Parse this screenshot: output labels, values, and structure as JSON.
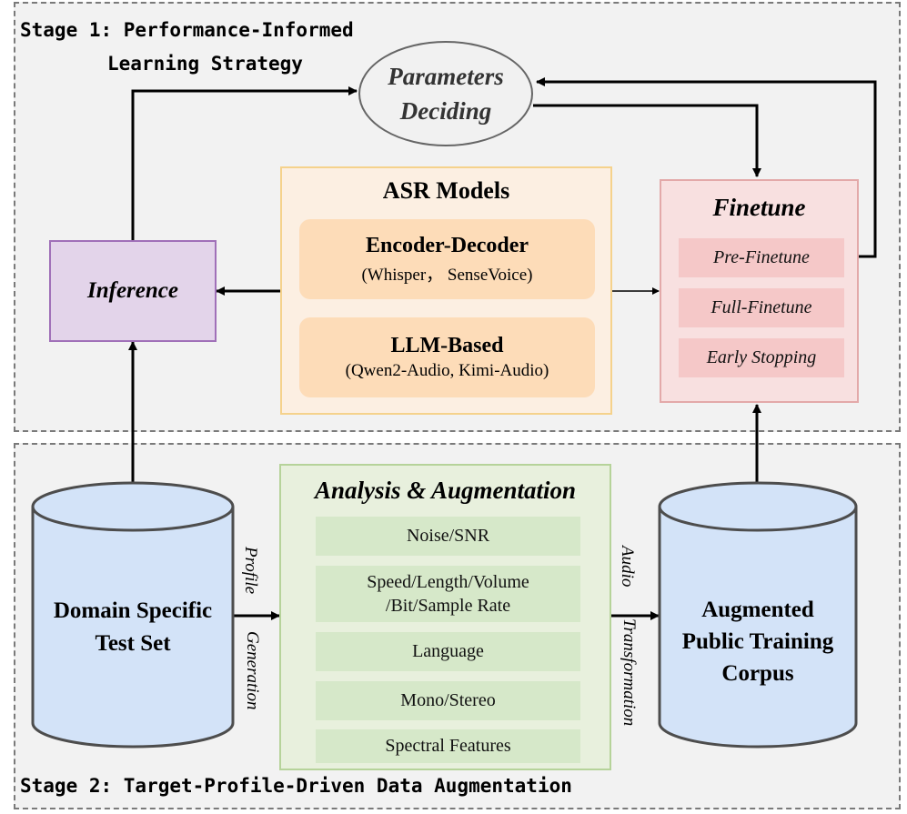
{
  "stage1": {
    "title_line1": "Stage 1: Performance-Informed",
    "title_line2": "Learning Strategy"
  },
  "stage2": {
    "title": "Stage 2: Target-Profile-Driven Data Augmentation"
  },
  "parameters_node": {
    "line1": "Parameters",
    "line2": "Deciding"
  },
  "asr_models": {
    "title": "ASR Models",
    "encoder_decoder": {
      "title": "Encoder-Decoder",
      "examples": "(Whisper， SenseVoice)"
    },
    "llm_based": {
      "title": "LLM-Based",
      "examples": "(Qwen2-Audio, Kimi-Audio)"
    }
  },
  "inference": {
    "label": "Inference"
  },
  "finetune": {
    "title": "Finetune",
    "items": [
      "Pre-Finetune",
      "Full-Finetune",
      "Early Stopping"
    ]
  },
  "test_set": {
    "line1": "Domain Specific",
    "line2": "Test Set"
  },
  "analysis": {
    "title": "Analysis & Augmentation",
    "items": [
      {
        "line1": "Noise/SNR",
        "line2": ""
      },
      {
        "line1": "Speed/Length/Volume",
        "line2": "/Bit/Sample Rate"
      },
      {
        "line1": "Language",
        "line2": ""
      },
      {
        "line1": "Mono/Stereo",
        "line2": ""
      },
      {
        "line1": "Spectral Features",
        "line2": ""
      }
    ]
  },
  "corpus": {
    "line1": "Augmented",
    "line2": "Public Training",
    "line3": "Corpus"
  },
  "edge_labels": {
    "profile": "Profile",
    "generation": "Generation",
    "audio": "Audio",
    "transformation": "Transformation"
  },
  "colors": {
    "stage_bg": "#f2f2f2",
    "asr_fill": "#fcefe2",
    "asr_border": "#f5d28c",
    "asr_item": "#fddcb8",
    "inference_fill": "#e3d4ea",
    "inference_border": "#a070b8",
    "finetune_fill": "#f8e0e0",
    "finetune_border": "#e3a9a9",
    "finetune_item": "#f5c8c8",
    "analysis_fill": "#e8f0dd",
    "analysis_border": "#b6d39a",
    "analysis_item": "#d6e8c9",
    "cylinder_fill": "#d3e3f8",
    "cylinder_border": "#4d4d4d",
    "parameters_fill": "#f1f1f1"
  }
}
